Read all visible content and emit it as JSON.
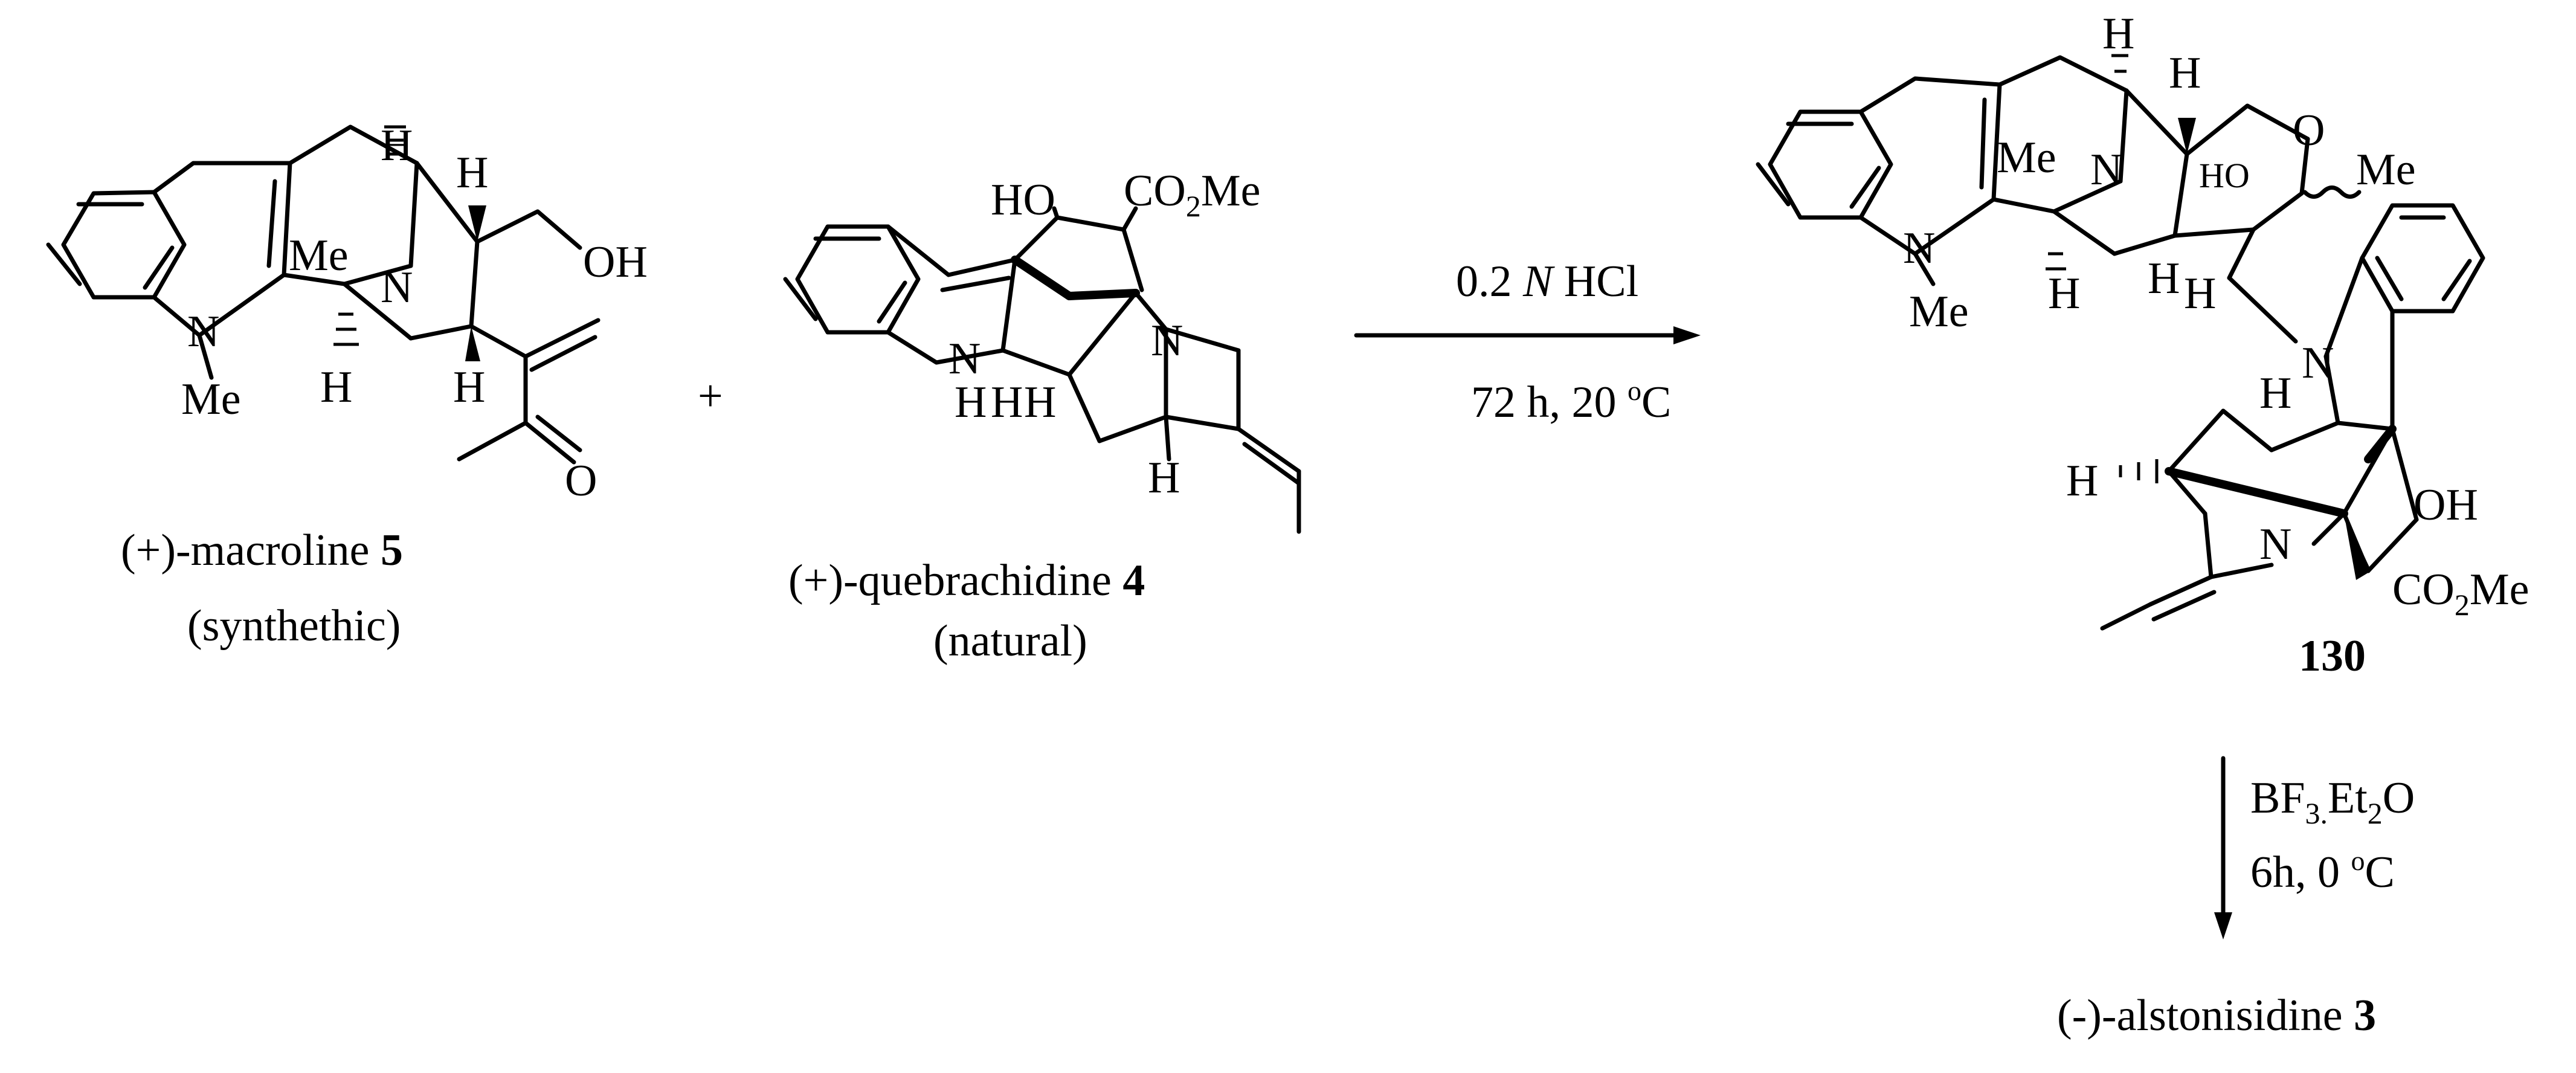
{
  "scheme": {
    "reactant1": {
      "name": "(+)-macroline",
      "number": "5",
      "note": "(synthethic)"
    },
    "plus": "+",
    "reactant2": {
      "name": "(+)-quebrachidine",
      "number": "4",
      "note": "(natural)"
    },
    "step1": {
      "reagent_prefix": "0.2 ",
      "reagent_italic": "N",
      "reagent_suffix": " HCl",
      "conditions": "72 h, 20 ",
      "temp_sup": "o",
      "temp_unit": "C"
    },
    "intermediate": {
      "number": "130"
    },
    "step2": {
      "reagent_main": "BF",
      "reagent_sub1": "3.",
      "reagent_mid": "Et",
      "reagent_sub2": "2",
      "reagent_end": "O",
      "time": "6h, 0 ",
      "temp_sup": "o",
      "temp_unit": "C"
    },
    "product": {
      "name": "(-)-alstonisidine",
      "number": "3"
    }
  },
  "atom_labels": {
    "H": "H",
    "N": "N",
    "Me": "Me",
    "OH": "OH",
    "HO": "HO",
    "O": "O",
    "CO2Me_main": "CO",
    "CO2Me_sub": "2",
    "CO2Me_end": "Me",
    "NH": "N"
  },
  "colors": {
    "ink": "#000000",
    "background": "#ffffff"
  }
}
